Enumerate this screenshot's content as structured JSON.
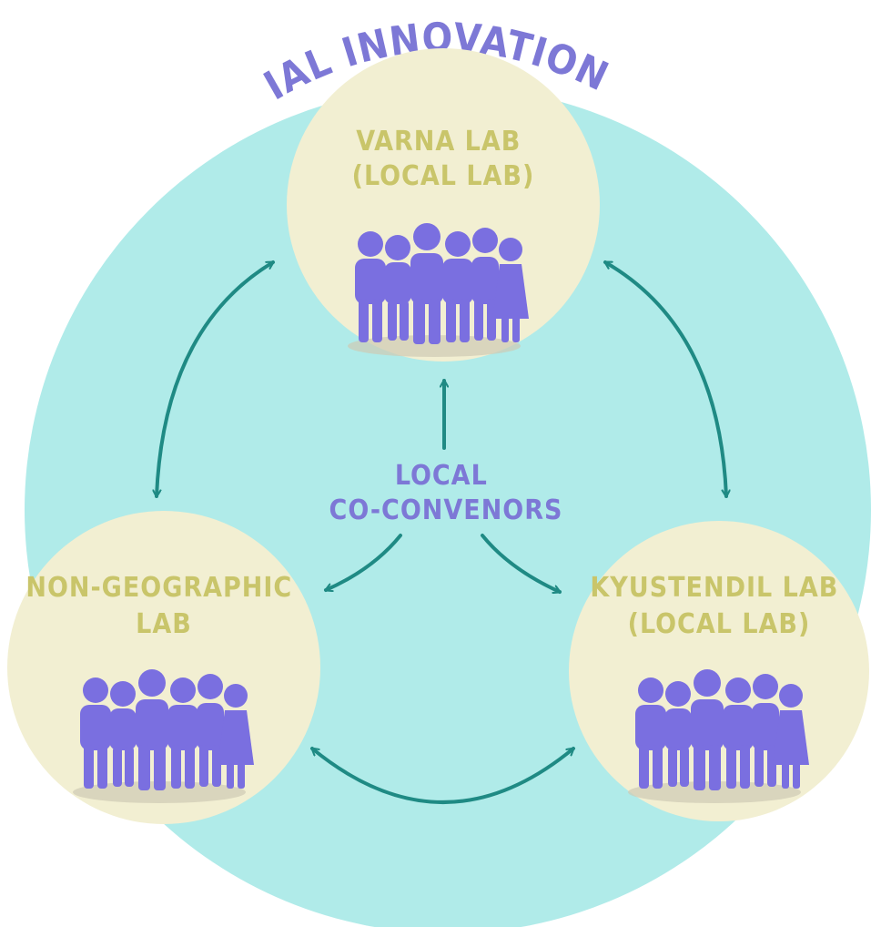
{
  "title": "SOCIAL INNOVATION LAB",
  "center_label": [
    "LOCAL",
    "CO-CONVENORS"
  ],
  "labs": [
    {
      "id": "varna",
      "lines": [
        "VARNA LAB",
        "(LOCAL LAB)"
      ]
    },
    {
      "id": "non-geographic",
      "lines": [
        "NON-GEOGRAPHIC",
        "LAB"
      ]
    },
    {
      "id": "kyustendil",
      "lines": [
        "KYUSTENDIL LAB",
        "(LOCAL LAB)"
      ]
    }
  ],
  "colors": {
    "outer_circle": "#b0ebe9",
    "lab_circle": "#f2efd2",
    "lab_text": "#c9c56a",
    "title_text": "#7d78d6",
    "arrows": "#1f8a84",
    "people": "#7a6fe0"
  },
  "icons": [
    "people-group-icon"
  ]
}
